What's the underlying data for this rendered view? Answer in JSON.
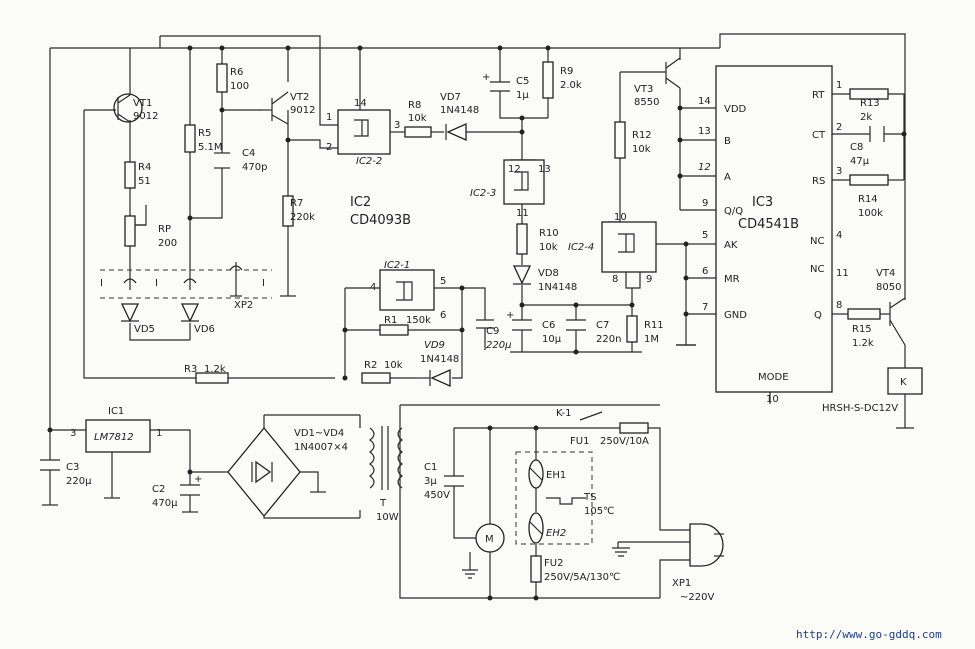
{
  "ic2": {
    "name": "IC2",
    "part": "CD4093B",
    "gates": [
      "IC2-2",
      "IC2-3",
      "IC2-4",
      "IC2-1"
    ]
  },
  "ic3": {
    "name": "IC3",
    "part": "CD4541B",
    "pins_left": [
      "VDD",
      "B",
      "A",
      "Q/Q",
      "AK",
      "MR",
      "GND"
    ],
    "pins_right": [
      "RT",
      "CT",
      "RS",
      "NC",
      "NC",
      "Q"
    ],
    "mode": "MODE"
  },
  "ic1": {
    "name": "IC1",
    "part": "LM7812"
  },
  "transistors": {
    "vt1": [
      "VT1",
      "9012"
    ],
    "vt2": [
      "VT2",
      "9012"
    ],
    "vt3": [
      "VT3",
      "8550"
    ],
    "vt4": [
      "VT4",
      "8050"
    ]
  },
  "resistors": {
    "r1": [
      "R1",
      "150k"
    ],
    "r2": [
      "R2",
      "10k"
    ],
    "r3": [
      "R3",
      "1.2k"
    ],
    "r4": [
      "R4",
      "51"
    ],
    "r5": [
      "R5",
      "5.1M"
    ],
    "r6": [
      "R6",
      "100"
    ],
    "r7": [
      "R7",
      "220k"
    ],
    "r8": [
      "R8",
      "10k"
    ],
    "r9": [
      "R9",
      "2.0k"
    ],
    "r10": [
      "R10",
      "10k"
    ],
    "r11": [
      "R11",
      "1M"
    ],
    "r12": [
      "R12",
      "10k"
    ],
    "r13": [
      "R13",
      "2k"
    ],
    "r14": [
      "R14",
      "100k"
    ],
    "r15": [
      "R15",
      "1.2k"
    ],
    "rp": [
      "RP",
      "200"
    ]
  },
  "capacitors": {
    "c1": [
      "C1",
      "3μ",
      "450V"
    ],
    "c2": [
      "C2",
      "470μ"
    ],
    "c3": [
      "C3",
      "220μ"
    ],
    "c4": [
      "C4",
      "470p"
    ],
    "c5": [
      "C5",
      "1μ"
    ],
    "c6": [
      "C6",
      "10μ"
    ],
    "c7": [
      "C7",
      "220n"
    ],
    "c8": [
      "C8",
      "47μ"
    ],
    "c9": [
      "C9",
      "220μ"
    ]
  },
  "diodes": {
    "vd5": "VD5",
    "vd6": "VD6",
    "vd7": [
      "VD7",
      "1N4148"
    ],
    "vd8": [
      "VD8",
      "1N4148"
    ],
    "vd9": [
      "VD9",
      "1N4148"
    ],
    "bridge": [
      "VD1~VD4",
      "1N4007×4"
    ]
  },
  "misc": {
    "xp2": "XP2",
    "transformer": [
      "T",
      "10W"
    ],
    "relay": "K",
    "relay_model": "HRSH-S-DC12V",
    "contact": "K-1",
    "fu1": [
      "FU1",
      "250V/10A"
    ],
    "fu2": [
      "FU2",
      "250V/5A/130℃"
    ],
    "eh1": "EH1",
    "eh2": "EH2",
    "ts": [
      "TS",
      "105℃"
    ],
    "motor": "M",
    "plug": [
      "XP1",
      "~220V"
    ]
  },
  "pins": {
    "ic2_2": [
      "1",
      "14",
      "2",
      "3"
    ],
    "ic2_3": [
      "12",
      "13",
      "11"
    ],
    "ic2_4": [
      "10",
      "8",
      "9"
    ],
    "ic2_1": [
      "4",
      "5",
      "6"
    ],
    "ic3_left": [
      "14",
      "13",
      "12",
      "9",
      "5",
      "6",
      "7"
    ],
    "ic3_right": [
      "1",
      "2",
      "3",
      "4",
      "11",
      "8"
    ],
    "ic3_mode": "10",
    "ic1": [
      "3",
      "1"
    ],
    "light_gate": [
      "I",
      "I",
      "I"
    ]
  },
  "watermark": "http://www.go-gddq.com"
}
